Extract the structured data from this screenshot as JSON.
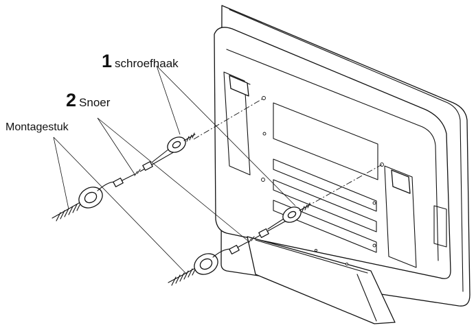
{
  "labels": {
    "hook": {
      "number": "1",
      "text": "schroefhaak"
    },
    "cord": {
      "number": "2",
      "text": "Snoer"
    },
    "mount": {
      "text": "Montagestuk"
    }
  },
  "colors": {
    "line": "#111111",
    "background": "#ffffff"
  }
}
